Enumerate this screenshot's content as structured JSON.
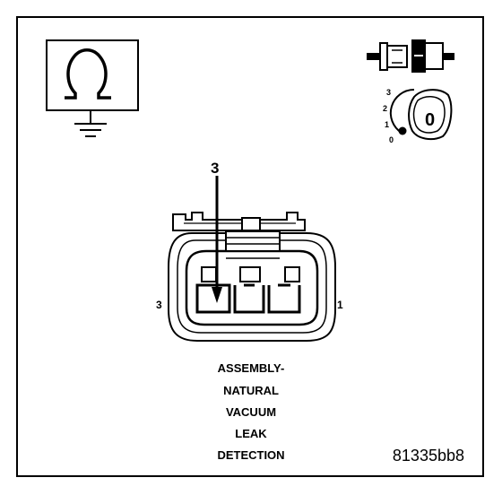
{
  "pin_callout": "3",
  "side_labels": {
    "left": "3",
    "right": "1"
  },
  "caption_lines": [
    "ASSEMBLY-",
    "NATURAL",
    "VACUUM",
    "LEAK",
    "DETECTION"
  ],
  "figure_id": "81335bb8",
  "key_icon": {
    "positions": [
      "3",
      "2",
      "1",
      "0"
    ],
    "readout": "0"
  },
  "icons": {
    "ground_test": "ohmmeter-ground-icon",
    "connector": "connector-halves-icon",
    "ignition": "ignition-key-icon"
  },
  "colors": {
    "ink": "#000000",
    "paper": "#ffffff"
  }
}
